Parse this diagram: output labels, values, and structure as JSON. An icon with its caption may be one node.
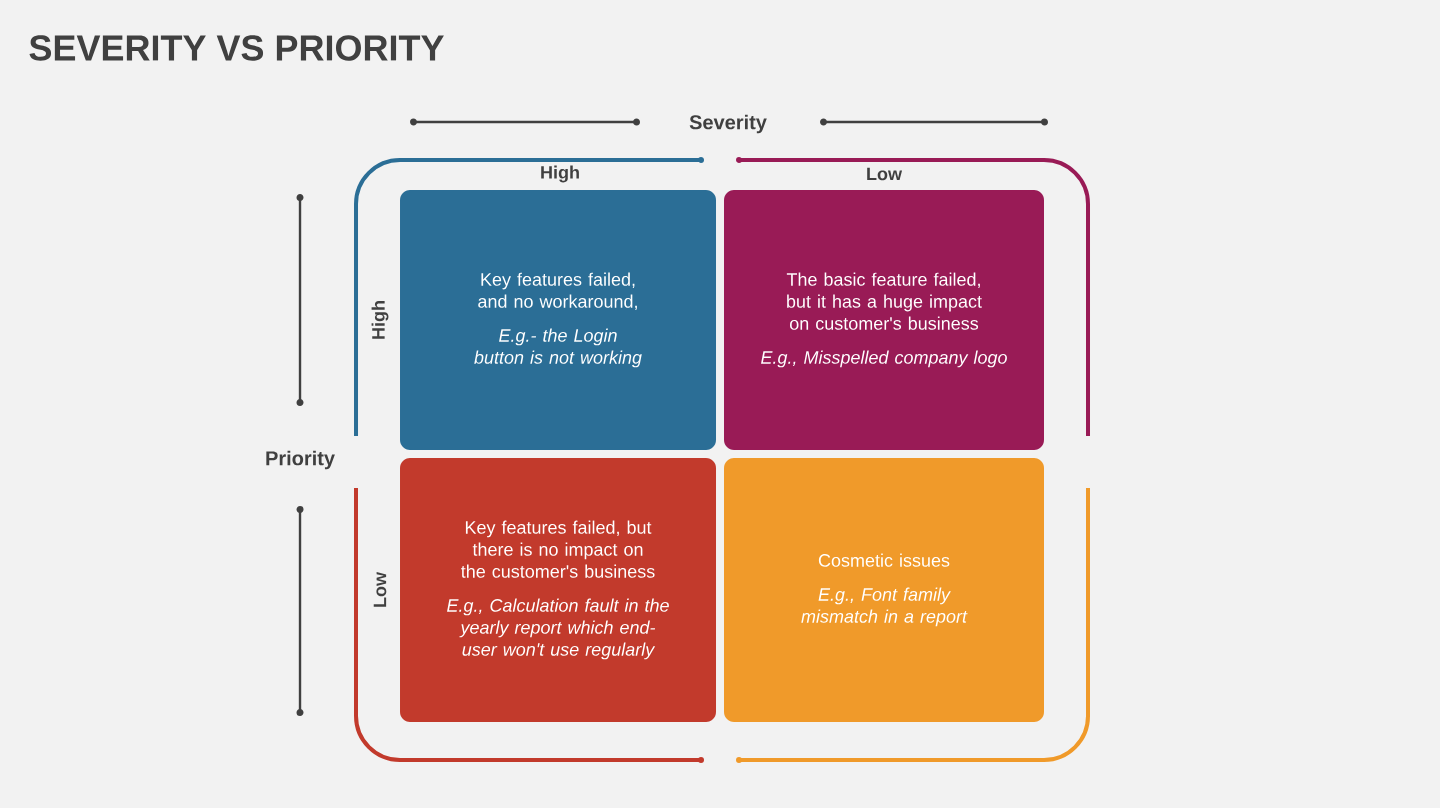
{
  "diagram": {
    "title": "SEVERITY VS PRIORITY",
    "nodes": [
      {
        "text": [
          "Key features failed, and no workaround,",
          "E.g.- the Login button is not working"
        ]
      },
      {
        "text": [
          "The basic feature failed, but it has a huge impact on customer's business",
          "E.g., Misspelled company logo"
        ]
      },
      {
        "text": [
          "Key features failed, but there is no impact on the customer's business",
          "E.g., Calculation fault in the yearly report which end-user won't use regularly"
        ]
      },
      {
        "text": [
          "Cosmetic issues",
          "E.g., Font family mismatch in a report"
        ]
      }
    ],
    "labels": [
      "Severity",
      "High",
      "Low",
      "Priority",
      "High",
      "Low"
    ]
  }
}
